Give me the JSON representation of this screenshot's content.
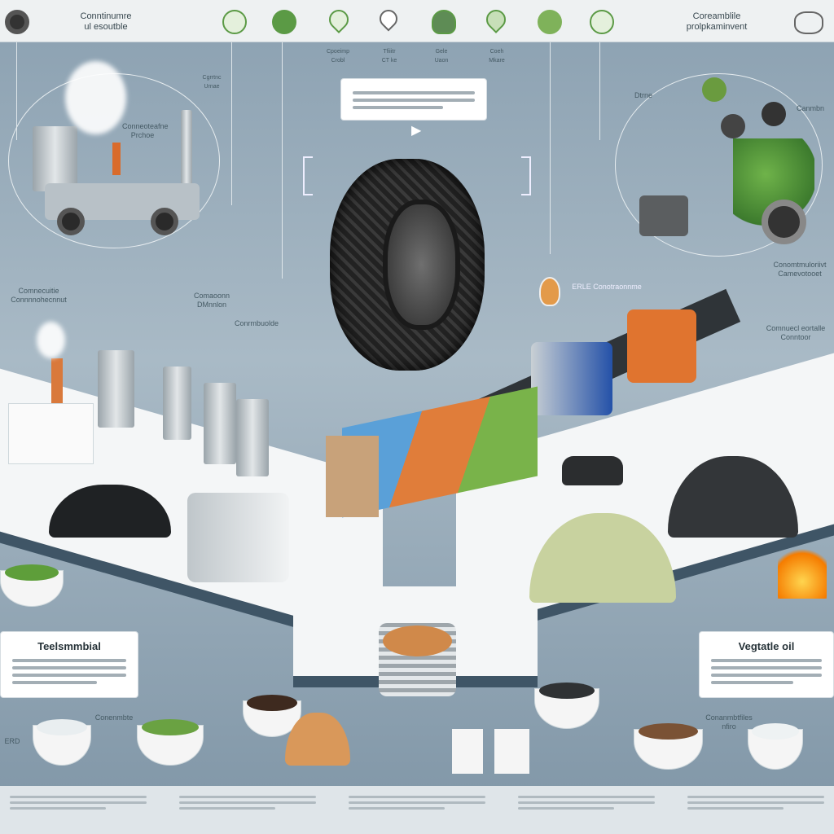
{
  "header": {
    "left_title": "Conntinumre\nul esoutble",
    "right_title": "Coreamblile\nprolpkaminvent",
    "icons": [
      "tire-icon",
      "recycle-leaf-icon",
      "eco-badge-icon",
      "leaf-drop-icon",
      "water-drop-icon",
      "plant-icon",
      "grain-drop-icon",
      "heart-leaf-icon",
      "globe-icon",
      "bike-icon"
    ],
    "icon_captions": [
      "Cpoeimp\nCrobl",
      "Tfiiitr\nCT ke",
      "Gele\nUaon",
      "Coeh\nMkare"
    ]
  },
  "center_card": {
    "lines": 3
  },
  "labels": {
    "left_upper": "Conneoteafne\nPrchoe",
    "left_mid": "Comnecuitie\nConnnnohecnnut",
    "mid_factory": "Comaoonn\nDMnnlon",
    "middle": "Conrmbuolde",
    "right_circle": "Dtrne",
    "right_circle_2": "Canmbn",
    "right_mid": "Conomtmuloriivt\nCamevotooet",
    "right_factory": "Comnuecl eortalle\nConntoor",
    "tire_side": "ERLE Conotraonnme",
    "small_left": "Cgrrtnc\nUrnae",
    "bottom_left_bowl": "Conenmbte",
    "bottom_right_bowl": "Conanmbtfiles\nnfiro",
    "bottom_tag": "ERD"
  },
  "left_card": {
    "title": "Teelsmmbial"
  },
  "right_card": {
    "title": "Vegtatle oil"
  },
  "colors": {
    "background": "#7b93a6",
    "platform": "#f4f6f7",
    "accent_green": "#5b9a45",
    "truck_blue": "#2451a8"
  }
}
